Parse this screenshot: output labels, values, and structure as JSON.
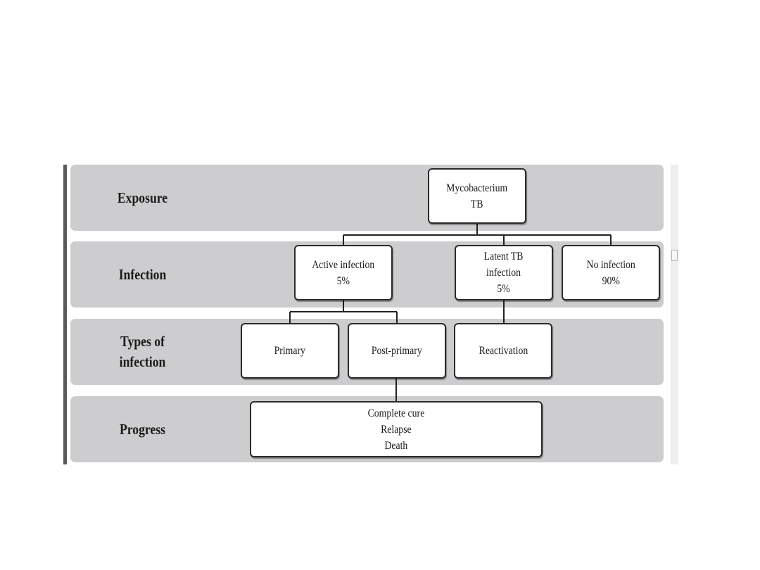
{
  "rows": [
    {
      "id": "exposure",
      "label": "Exposure"
    },
    {
      "id": "infection",
      "label": "Infection"
    },
    {
      "id": "types",
      "label": "Types of\ninfection"
    },
    {
      "id": "progress",
      "label": "Progress"
    }
  ],
  "nodes": {
    "mycobacterium": "Mycobacterium\nTB",
    "active": "Active infection\n5%",
    "latent": "Latent TB\ninfection\n5%",
    "none": "No infection\n90%",
    "primary": "Primary",
    "post_primary": "Post-primary",
    "reactivation": "Reactivation",
    "outcomes": "Complete cure\nRelapse\nDeath"
  }
}
